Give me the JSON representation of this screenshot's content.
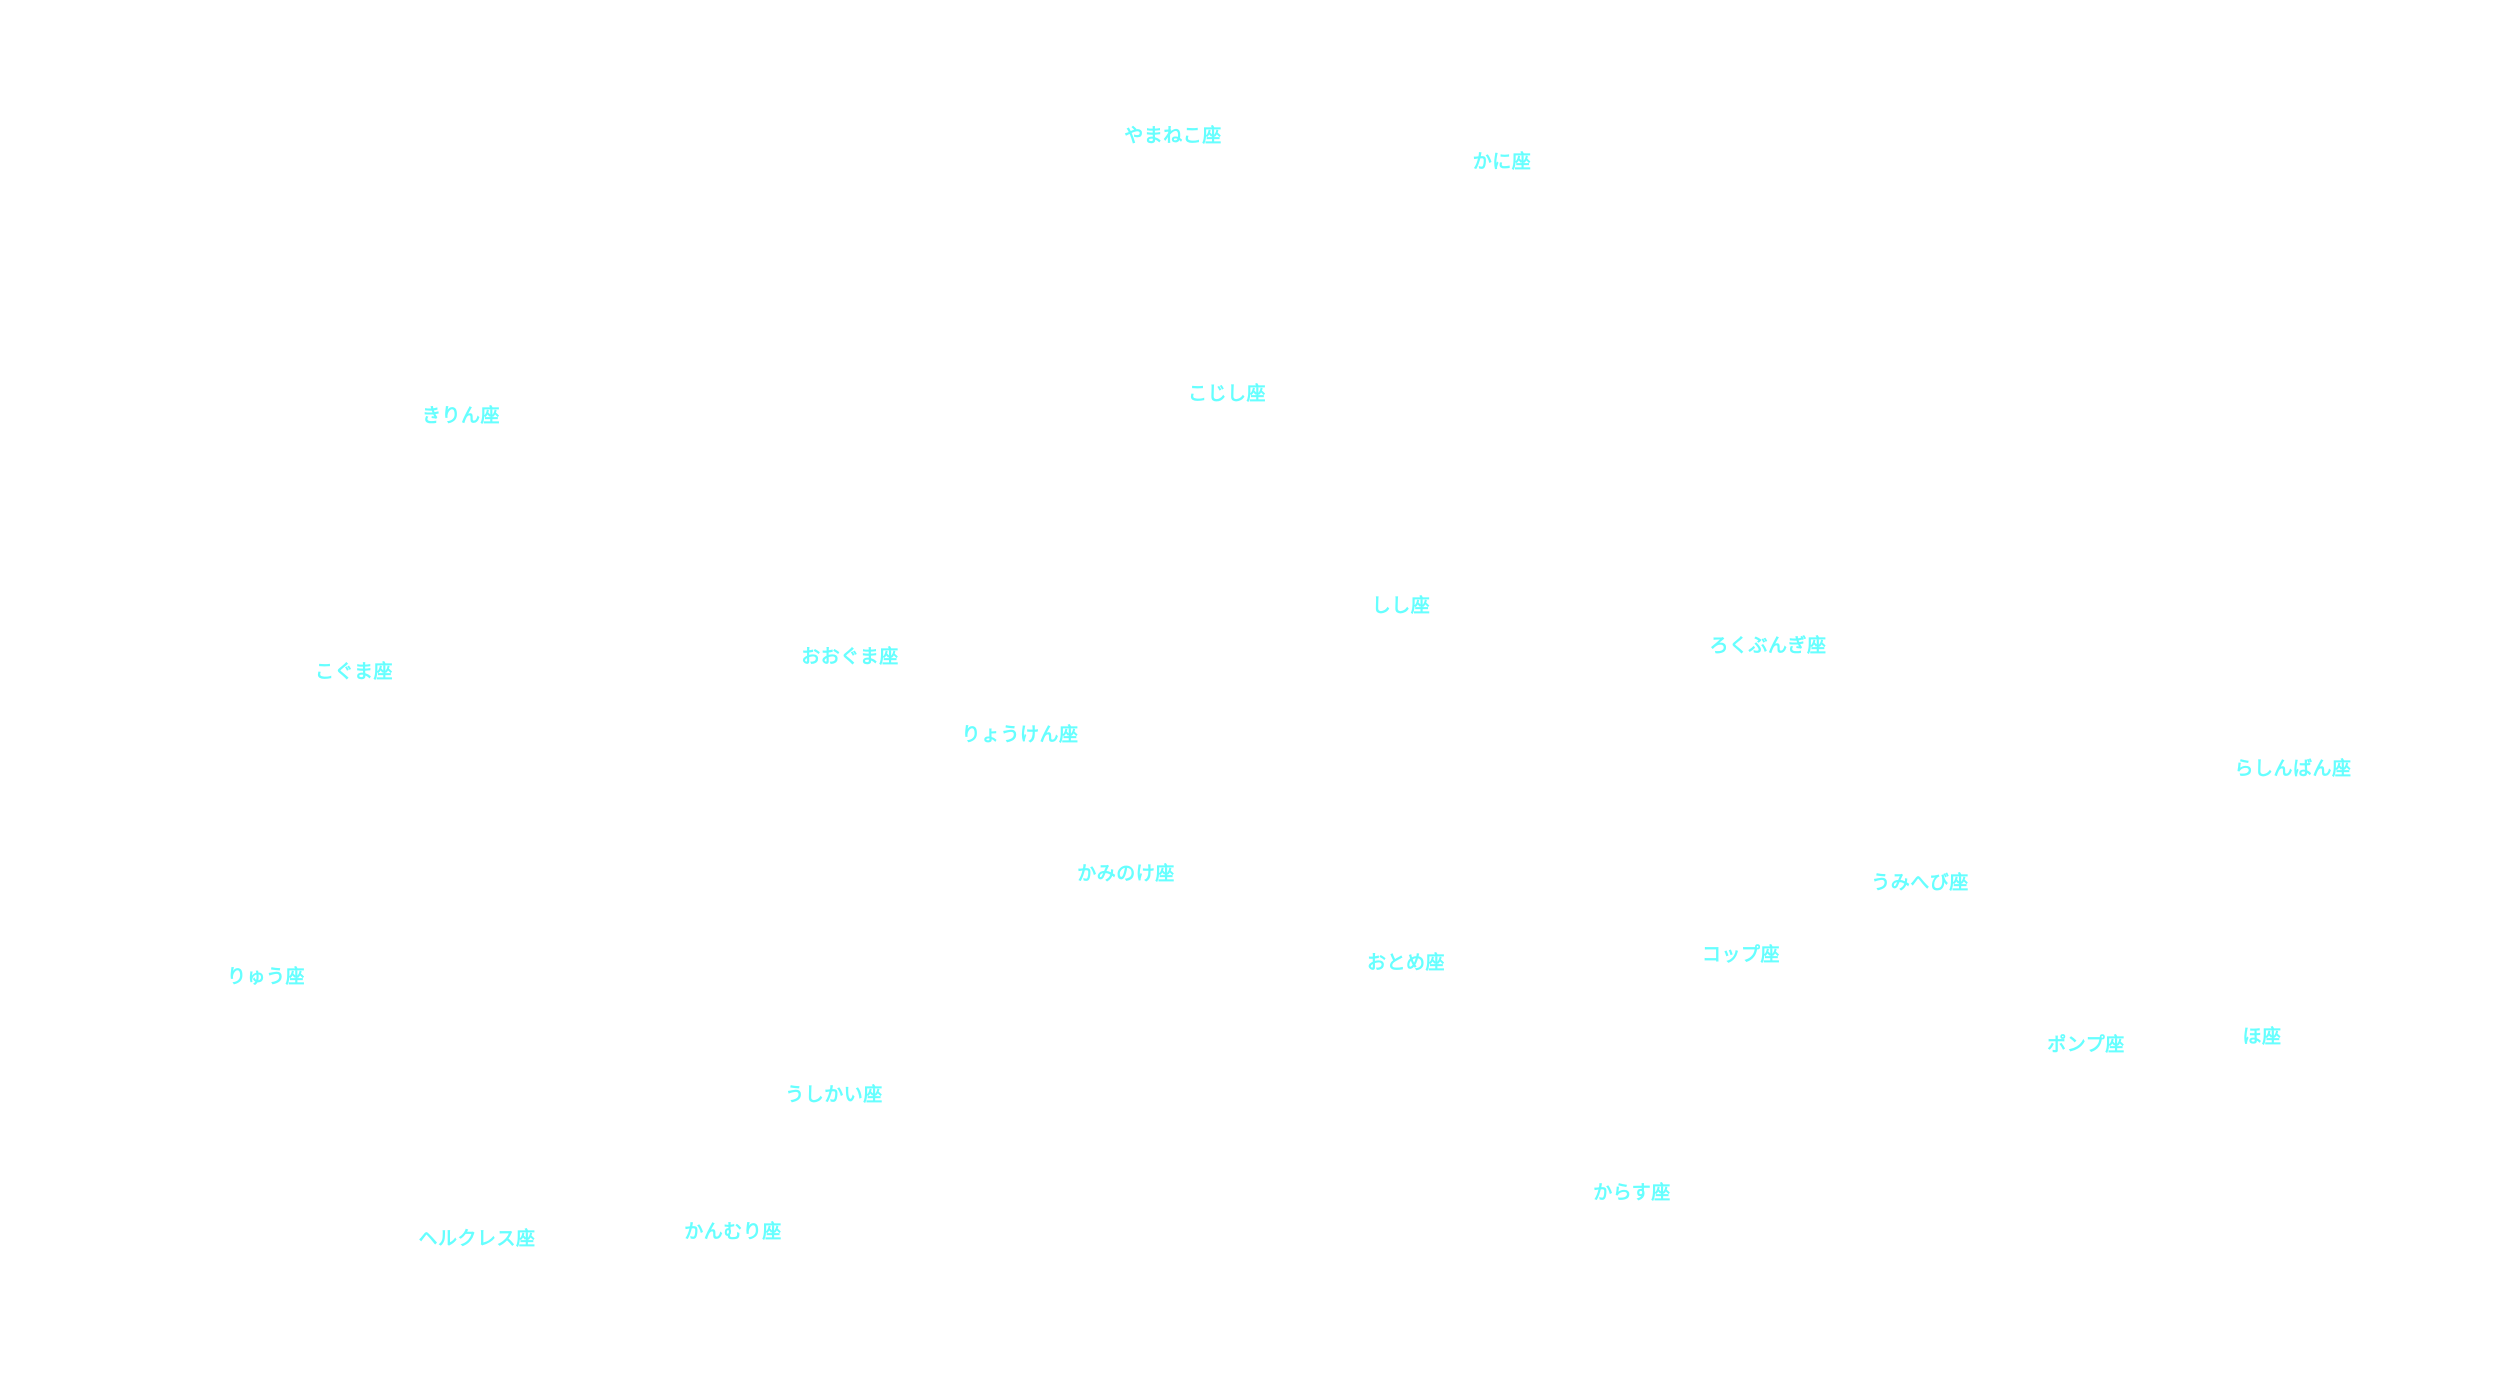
{
  "map": {
    "label_color": "#66ffff",
    "background_color": "#ffffff",
    "constellations": [
      "やまねこ座",
      "かに座",
      "きりん座",
      "こじし座",
      "しし座",
      "おおぐま座",
      "こぐま座",
      "ろくぶんぎ座",
      "りょうけん座",
      "らしんばん座",
      "かみのけ座",
      "うみへび座",
      "おとめ座",
      "コップ座",
      "りゅう座",
      "ポンプ座",
      "ほ座",
      "うしかい座",
      "からす座",
      "ヘルクレス座",
      "かんむり座"
    ]
  }
}
